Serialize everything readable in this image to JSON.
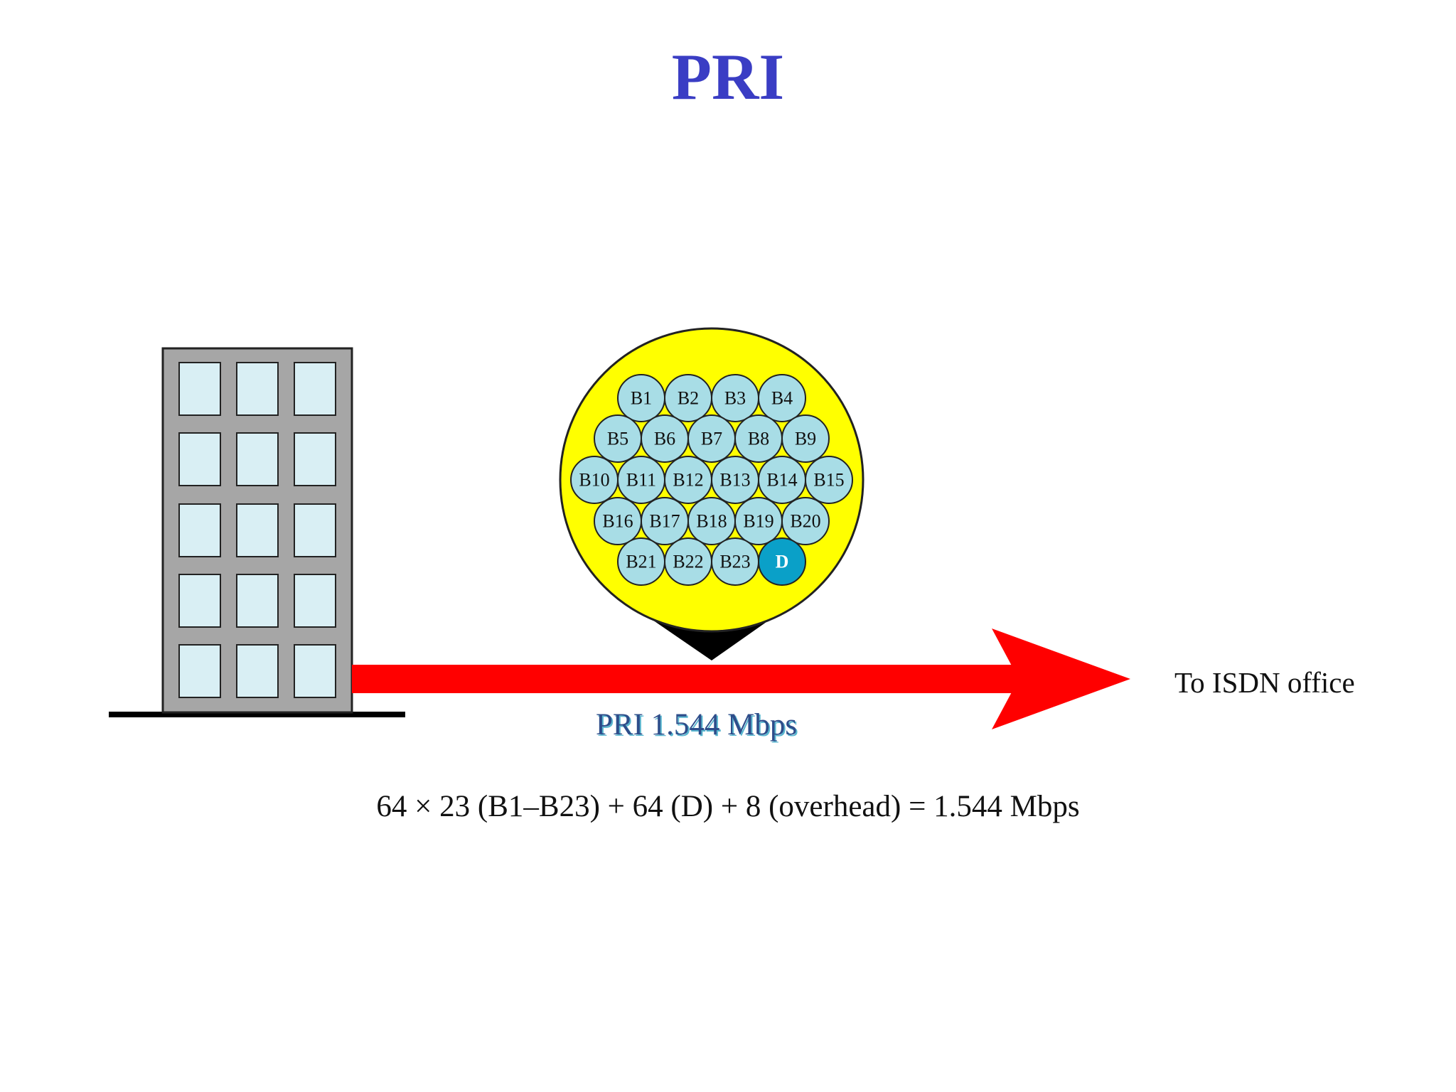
{
  "title": "PRI",
  "destination_label": "To ISDN office",
  "link_label": "PRI 1.544 Mbps",
  "formula": "64 × 23 (B1–B23) + 64 (D) + 8 (overhead) = 1.544 Mbps",
  "channels": {
    "b_channels": [
      "B1",
      "B2",
      "B3",
      "B4",
      "B5",
      "B6",
      "B7",
      "B8",
      "B9",
      "B10",
      "B11",
      "B12",
      "B13",
      "B14",
      "B15",
      "B16",
      "B17",
      "B18",
      "B19",
      "B20",
      "B21",
      "B22",
      "B23"
    ],
    "d_channel": "D"
  },
  "colors": {
    "title": "#3a3dc4",
    "arrow": "#ff0000",
    "cable": "#ffff00",
    "b_channel": "#a8dde6",
    "d_channel": "#0aa0c8",
    "building": "#a6a6a6",
    "window": "#d9eff4"
  }
}
